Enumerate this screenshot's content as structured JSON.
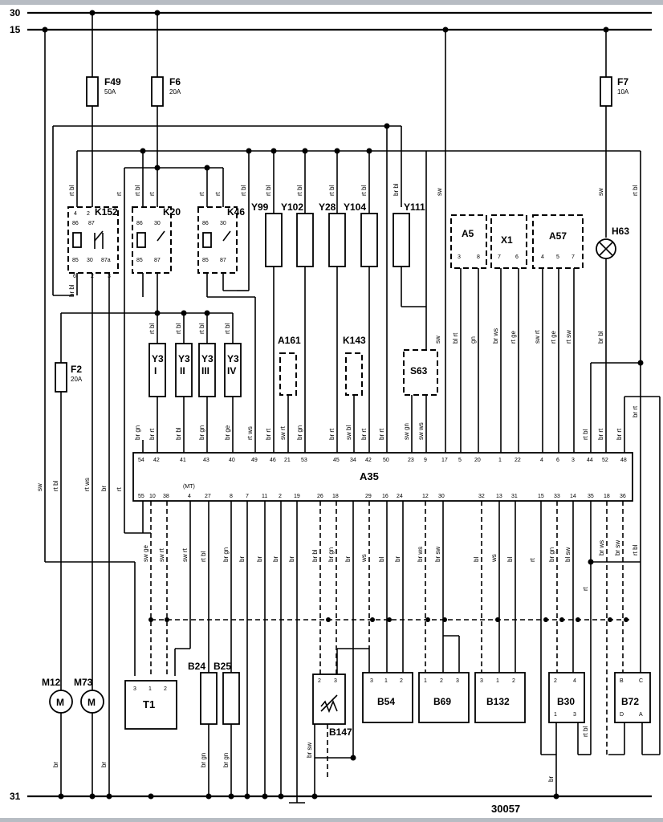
{
  "rails": {
    "r30": "30",
    "r15": "15",
    "r31": "31"
  },
  "doc_number": "30057",
  "fuses": [
    {
      "id": "F49",
      "rating": "50A"
    },
    {
      "id": "F6",
      "rating": "20A"
    },
    {
      "id": "F7",
      "rating": "10A"
    },
    {
      "id": "F2",
      "rating": "20A"
    }
  ],
  "relays": [
    "K152",
    "K20",
    "K46"
  ],
  "injectors": [
    "Y99",
    "Y102",
    "Y28",
    "Y104",
    "Y111"
  ],
  "top_modules": [
    "A5",
    "X1",
    "A57",
    "H63"
  ],
  "coils": [
    {
      "id": "Y3",
      "roman": "I"
    },
    {
      "id": "Y3",
      "roman": "II"
    },
    {
      "id": "Y3",
      "roman": "III"
    },
    {
      "id": "Y3",
      "roman": "IV"
    }
  ],
  "optional_modules": [
    "A161",
    "K143",
    "S63"
  ],
  "ecu": {
    "id": "A35",
    "mt_note": "(MT)"
  },
  "bottom_components": [
    "M12",
    "M73",
    "T1",
    "B24",
    "B25",
    "B147",
    "B54",
    "B69",
    "B132",
    "B30",
    "B72"
  ],
  "wire_colors": {
    "rtbl": "rt bl",
    "brbl": "br bl",
    "sw": "sw",
    "rt": "rt",
    "brgn": "br gn",
    "brrt": "br rt",
    "brge": "br ge",
    "rtws": "rt ws",
    "swrt": "sw rt",
    "brws": "br ws",
    "swge": "sw ge",
    "gn": "gn",
    "swgn": "sw gn",
    "swws": "sw ws",
    "br": "br",
    "ws": "ws",
    "bl": "bl",
    "rtge": "rt ge",
    "rtsw": "rt sw",
    "swbl": "sw bl",
    "brsw": "br sw",
    "blrt": "bl rt",
    "blsw": "bl sw"
  }
}
